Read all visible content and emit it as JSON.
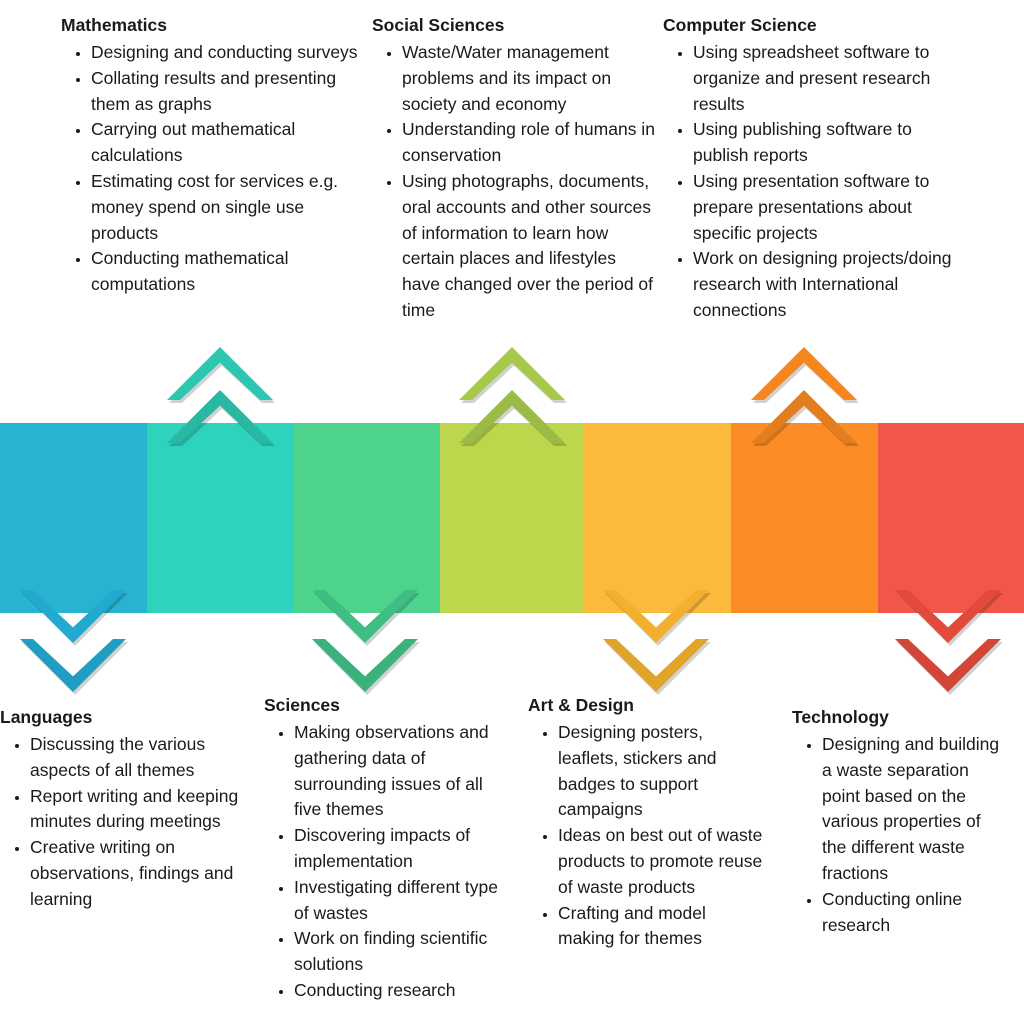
{
  "band_colors": [
    "#28B3D1",
    "#2ED3BE",
    "#4ED38D",
    "#BCD74C",
    "#FCBA3C",
    "#FC8C25",
    "#F0574A"
  ],
  "arrow_colors": {
    "mathematics": "#2CC7AE",
    "social": "#A6C94A",
    "computer": "#F5861F",
    "languages": "#22A9CF",
    "sciences": "#3FBE84",
    "art": "#F2B02E",
    "technology": "#E24A3B"
  },
  "sections": {
    "mathematics": {
      "title": "Mathematics",
      "items": [
        "Designing and conducting surveys",
        "Collating results and presenting them as graphs",
        "Carrying out mathematical calculations",
        "Estimating cost for services e.g. money spend on single use products",
        "Conducting mathematical computations"
      ]
    },
    "social": {
      "title": "Social Sciences",
      "items": [
        "Waste/Water management problems and its impact on society and economy",
        "Understanding role of humans in conservation",
        "Using photographs, documents, oral accounts and other sources of information to learn how certain places and lifestyles have changed over the period of time"
      ]
    },
    "computer": {
      "title": "Computer Science",
      "items": [
        "Using spreadsheet software to organize and present research results",
        "Using publishing software to publish reports",
        "Using presentation software to prepare presentations about specific projects",
        "Work on designing projects/doing research with International connections"
      ]
    },
    "languages": {
      "title": "Languages",
      "items": [
        "Discussing the various aspects of all themes",
        "Report writing and keeping minutes during meetings",
        "Creative writing on observations, findings and learning"
      ]
    },
    "sciences": {
      "title": "Sciences",
      "items": [
        "Making observations and gathering data of surrounding issues of all five themes",
        "Discovering impacts of implementation",
        "Investigating different type of wastes",
        "Work on finding scientific solutions",
        "Conducting research"
      ]
    },
    "art": {
      "title": "Art & Design",
      "items": [
        "Designing posters, leaflets, stickers and badges to support campaigns",
        "Ideas on best out of waste products to promote reuse of waste products",
        "Crafting and model making for themes"
      ]
    },
    "technology": {
      "title": "Technology",
      "items": [
        "Designing and building a waste separation point based on the various properties of the different waste fractions",
        "Conducting online research"
      ]
    }
  }
}
